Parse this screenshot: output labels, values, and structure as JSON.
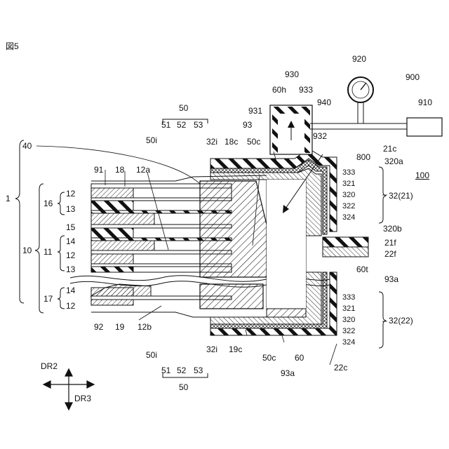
{
  "figure": {
    "title": "図5"
  },
  "labels": {
    "l_900": "900",
    "l_920": "920",
    "l_910": "910",
    "l_930": "930",
    "l_60h": "60h",
    "l_933": "933",
    "l_940": "940",
    "l_931": "931",
    "l_932": "932",
    "l_93_top": "93",
    "l_50_top": "50",
    "l_51_top": "51",
    "l_52_top": "52",
    "l_53_top": "53",
    "l_50i_top": "50i",
    "l_32i_top": "32i",
    "l_18c": "18c",
    "l_50c_top": "50c",
    "l_21c": "21c",
    "l_800": "800",
    "l_320a": "320a",
    "l_100": "100",
    "l_40": "40",
    "l_91": "91",
    "l_18": "18",
    "l_12a": "12a",
    "l_1": "1",
    "l_16": "16",
    "l_12_a": "12",
    "l_13_a": "13",
    "l_15": "15",
    "l_10": "10",
    "l_11": "11",
    "l_14_a": "14",
    "l_12_b": "12",
    "l_13_b": "13",
    "l_17": "17",
    "l_14_b": "14",
    "l_12_c": "12",
    "l_333_top": "333",
    "l_321_top": "321",
    "l_320_top": "320",
    "l_322_top": "322",
    "l_324_top": "324",
    "l_32_21": "32(21)",
    "l_320b": "320b",
    "l_21f": "21f",
    "l_22f": "22f",
    "l_60t": "60t",
    "l_93a_right": "93a",
    "l_333_bot": "333",
    "l_321_bot": "321",
    "l_320_bot": "320",
    "l_322_bot": "322",
    "l_324_bot": "324",
    "l_32_22": "32(22)",
    "l_22c": "22c",
    "l_92": "92",
    "l_19": "19",
    "l_12b": "12b",
    "l_50i_bot": "50i",
    "l_32i_bot": "32i",
    "l_19c": "19c",
    "l_50c_bot": "50c",
    "l_60": "60",
    "l_51_bot": "51",
    "l_52_bot": "52",
    "l_53_bot": "53",
    "l_93a_bot": "93a",
    "l_50_bot": "50",
    "l_dr2": "DR2",
    "l_dr3": "DR3"
  },
  "colors": {
    "ink": "#111111",
    "paper": "#ffffff"
  }
}
